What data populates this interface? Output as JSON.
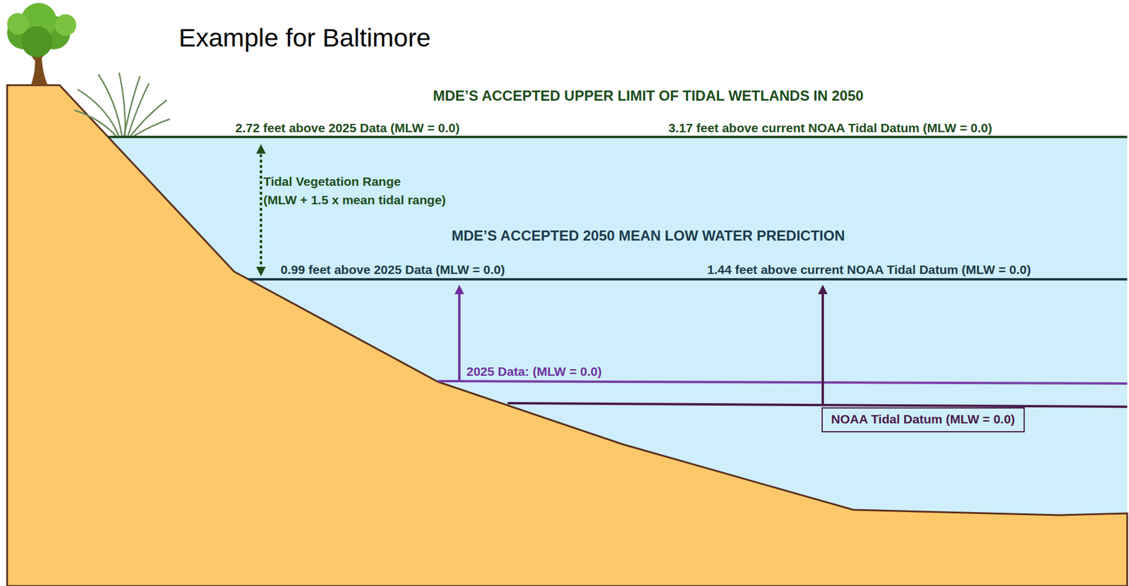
{
  "diagram": {
    "title": "Example for Baltimore",
    "nodes": [
      {
        "text": [
          "NOAA Tidal Datum (MLW = 0.0)"
        ]
      }
    ],
    "labels": [
      "MDE’S ACCEPTED UPPER LIMIT OF TIDAL WETLANDS IN 2050",
      "2.72 feet above 2025 Data (MLW = 0.0)",
      "3.17 feet above current NOAA Tidal Datum (MLW = 0.0)",
      "Tidal Vegetation Range",
      "(MLW + 1.5 x mean tidal range)",
      "MDE’S ACCEPTED 2050 MEAN LOW WATER PREDICTION",
      "0.99 feet above 2025 Data (MLW = 0.0)",
      "1.44 feet above current NOAA Tidal Datum (MLW = 0.0)",
      "2025 Data: (MLW = 0.0)"
    ]
  }
}
